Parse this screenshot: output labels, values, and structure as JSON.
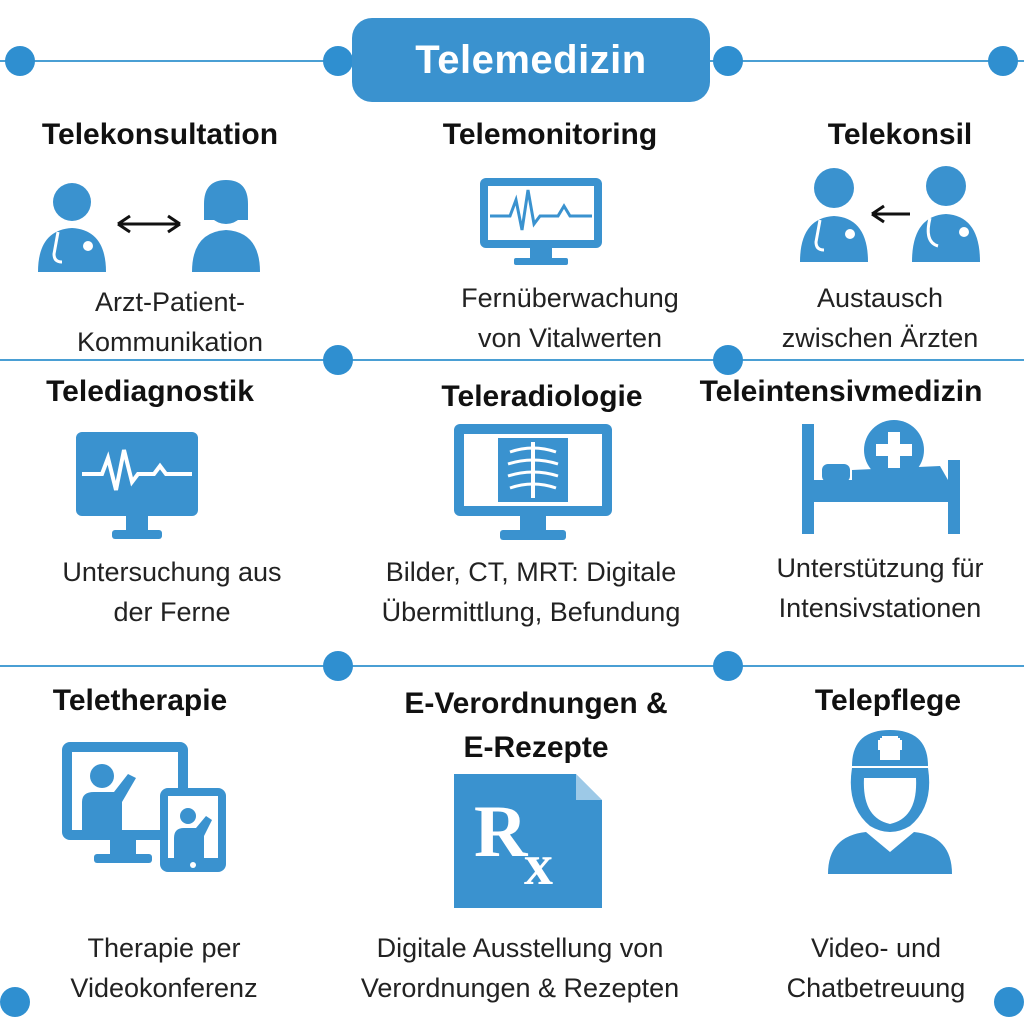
{
  "title": "Telemedizin",
  "colors": {
    "accent": "#2f8fd0",
    "icon": "#3a92cf",
    "line": "#4a9fd4"
  },
  "cards": [
    {
      "heading": "Telekonsultation",
      "desc_line1": "Arzt-Patient-",
      "desc_line2": "Kommunikation",
      "icon": "doctor-patient-exchange-icon"
    },
    {
      "heading": "Telemonitoring",
      "desc_line1": "Fernüberwachung",
      "desc_line2": "von Vitalwerten",
      "icon": "heart-monitor-icon"
    },
    {
      "heading": "Telekonsil",
      "desc_line1": "Austausch",
      "desc_line2": "zwischen Ärzten",
      "icon": "doctors-exchange-icon"
    },
    {
      "heading": "Telediagnostik",
      "desc_line1": "Untersuchung aus",
      "desc_line2": "der Ferne",
      "icon": "ecg-monitor-icon"
    },
    {
      "heading": "Teleradiologie",
      "desc_line1": "Bilder, CT, MRT: Digitale",
      "desc_line2": "Übermittlung, Befundung",
      "icon": "xray-monitor-icon"
    },
    {
      "heading": "Teleintensivmedizin",
      "desc_line1": "Unterstützung für",
      "desc_line2": "Intensivstationen",
      "icon": "hospital-bed-icon"
    },
    {
      "heading": "Teletherapie",
      "desc_line1": "Therapie per",
      "desc_line2": "Videokonferenz",
      "icon": "video-therapy-icon"
    },
    {
      "heading_line1": "E-Verordnungen &",
      "heading_line2": "E-Rezepte",
      "desc_line1": "Digitale Ausstellung von",
      "desc_line2": "Verordnungen & Rezepten",
      "icon": "prescription-rx-icon"
    },
    {
      "heading": "Telepflege",
      "desc_line1": "Video- und",
      "desc_line2": "Chatbetreuung",
      "icon": "nurse-icon"
    }
  ]
}
